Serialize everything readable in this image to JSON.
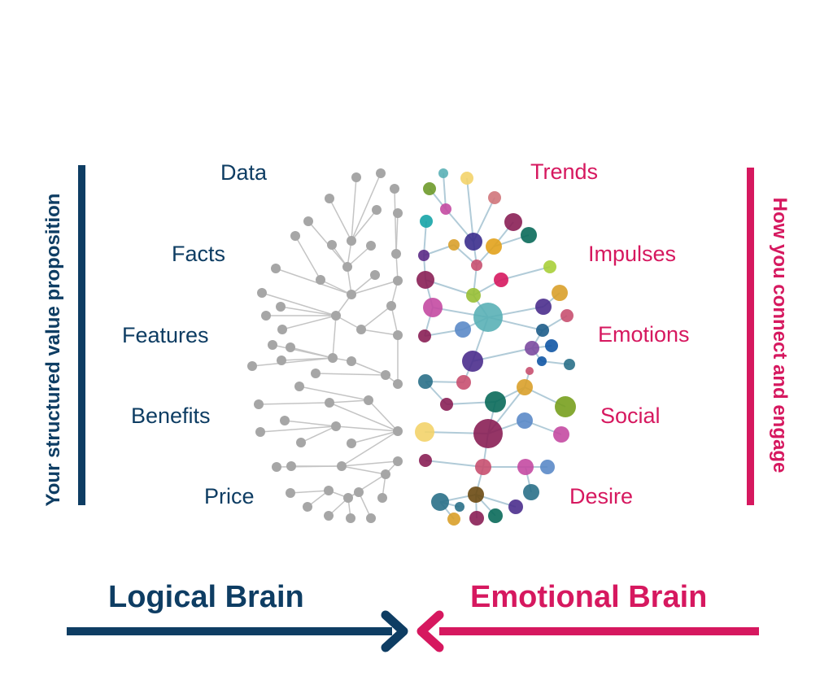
{
  "left_labels": [
    "Data",
    "Facts",
    "Features",
    "Benefits",
    "Price"
  ],
  "right_labels": [
    "Trends",
    "Impulses",
    "Emotions",
    "Social",
    "Desire"
  ],
  "left_side_text": "Your structured value proposition",
  "right_side_text": "How you connect and engage",
  "left_heading": "Logical Brain",
  "right_heading": "Emotional Brain",
  "colors": {
    "logical": "#0e3d63",
    "emotional": "#d6185f",
    "logical_nodes": "#a6a6a6",
    "emotional_links": "#a9c6d4"
  },
  "icons": [
    "arrow-right-icon",
    "arrow-left-icon"
  ]
}
